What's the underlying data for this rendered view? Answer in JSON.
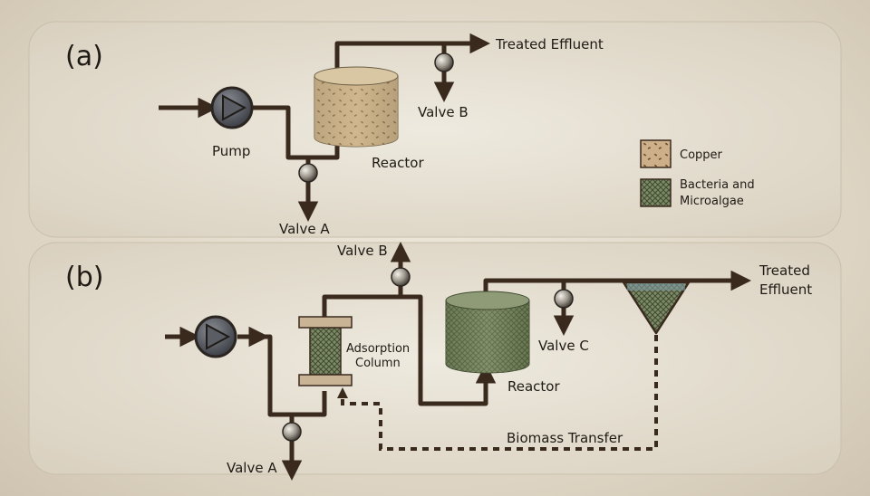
{
  "colors": {
    "pipe": "#3a2a1e",
    "copper_fill": "#cdb08a",
    "bio_fill": "#6f7d5a",
    "panel_bg": "#e4dfd2"
  },
  "panel_a": {
    "tag": "(a)",
    "pump": "Pump",
    "reactor": "Reactor",
    "valve_a": "Valve A",
    "valve_b": "Valve B",
    "effluent": "Treated Effluent"
  },
  "legend": {
    "copper": "Copper",
    "bio_line1": "Bacteria and",
    "bio_line2": "Microalgae"
  },
  "panel_b": {
    "tag": "(b)",
    "valve_a": "Valve A",
    "valve_b": "Valve B",
    "valve_c": "Valve C",
    "column_line1": "Adsorption",
    "column_line2": "Column",
    "reactor": "Reactor",
    "effluent_line1": "Treated",
    "effluent_line2": "Effluent",
    "biomass": "Biomass Transfer"
  }
}
